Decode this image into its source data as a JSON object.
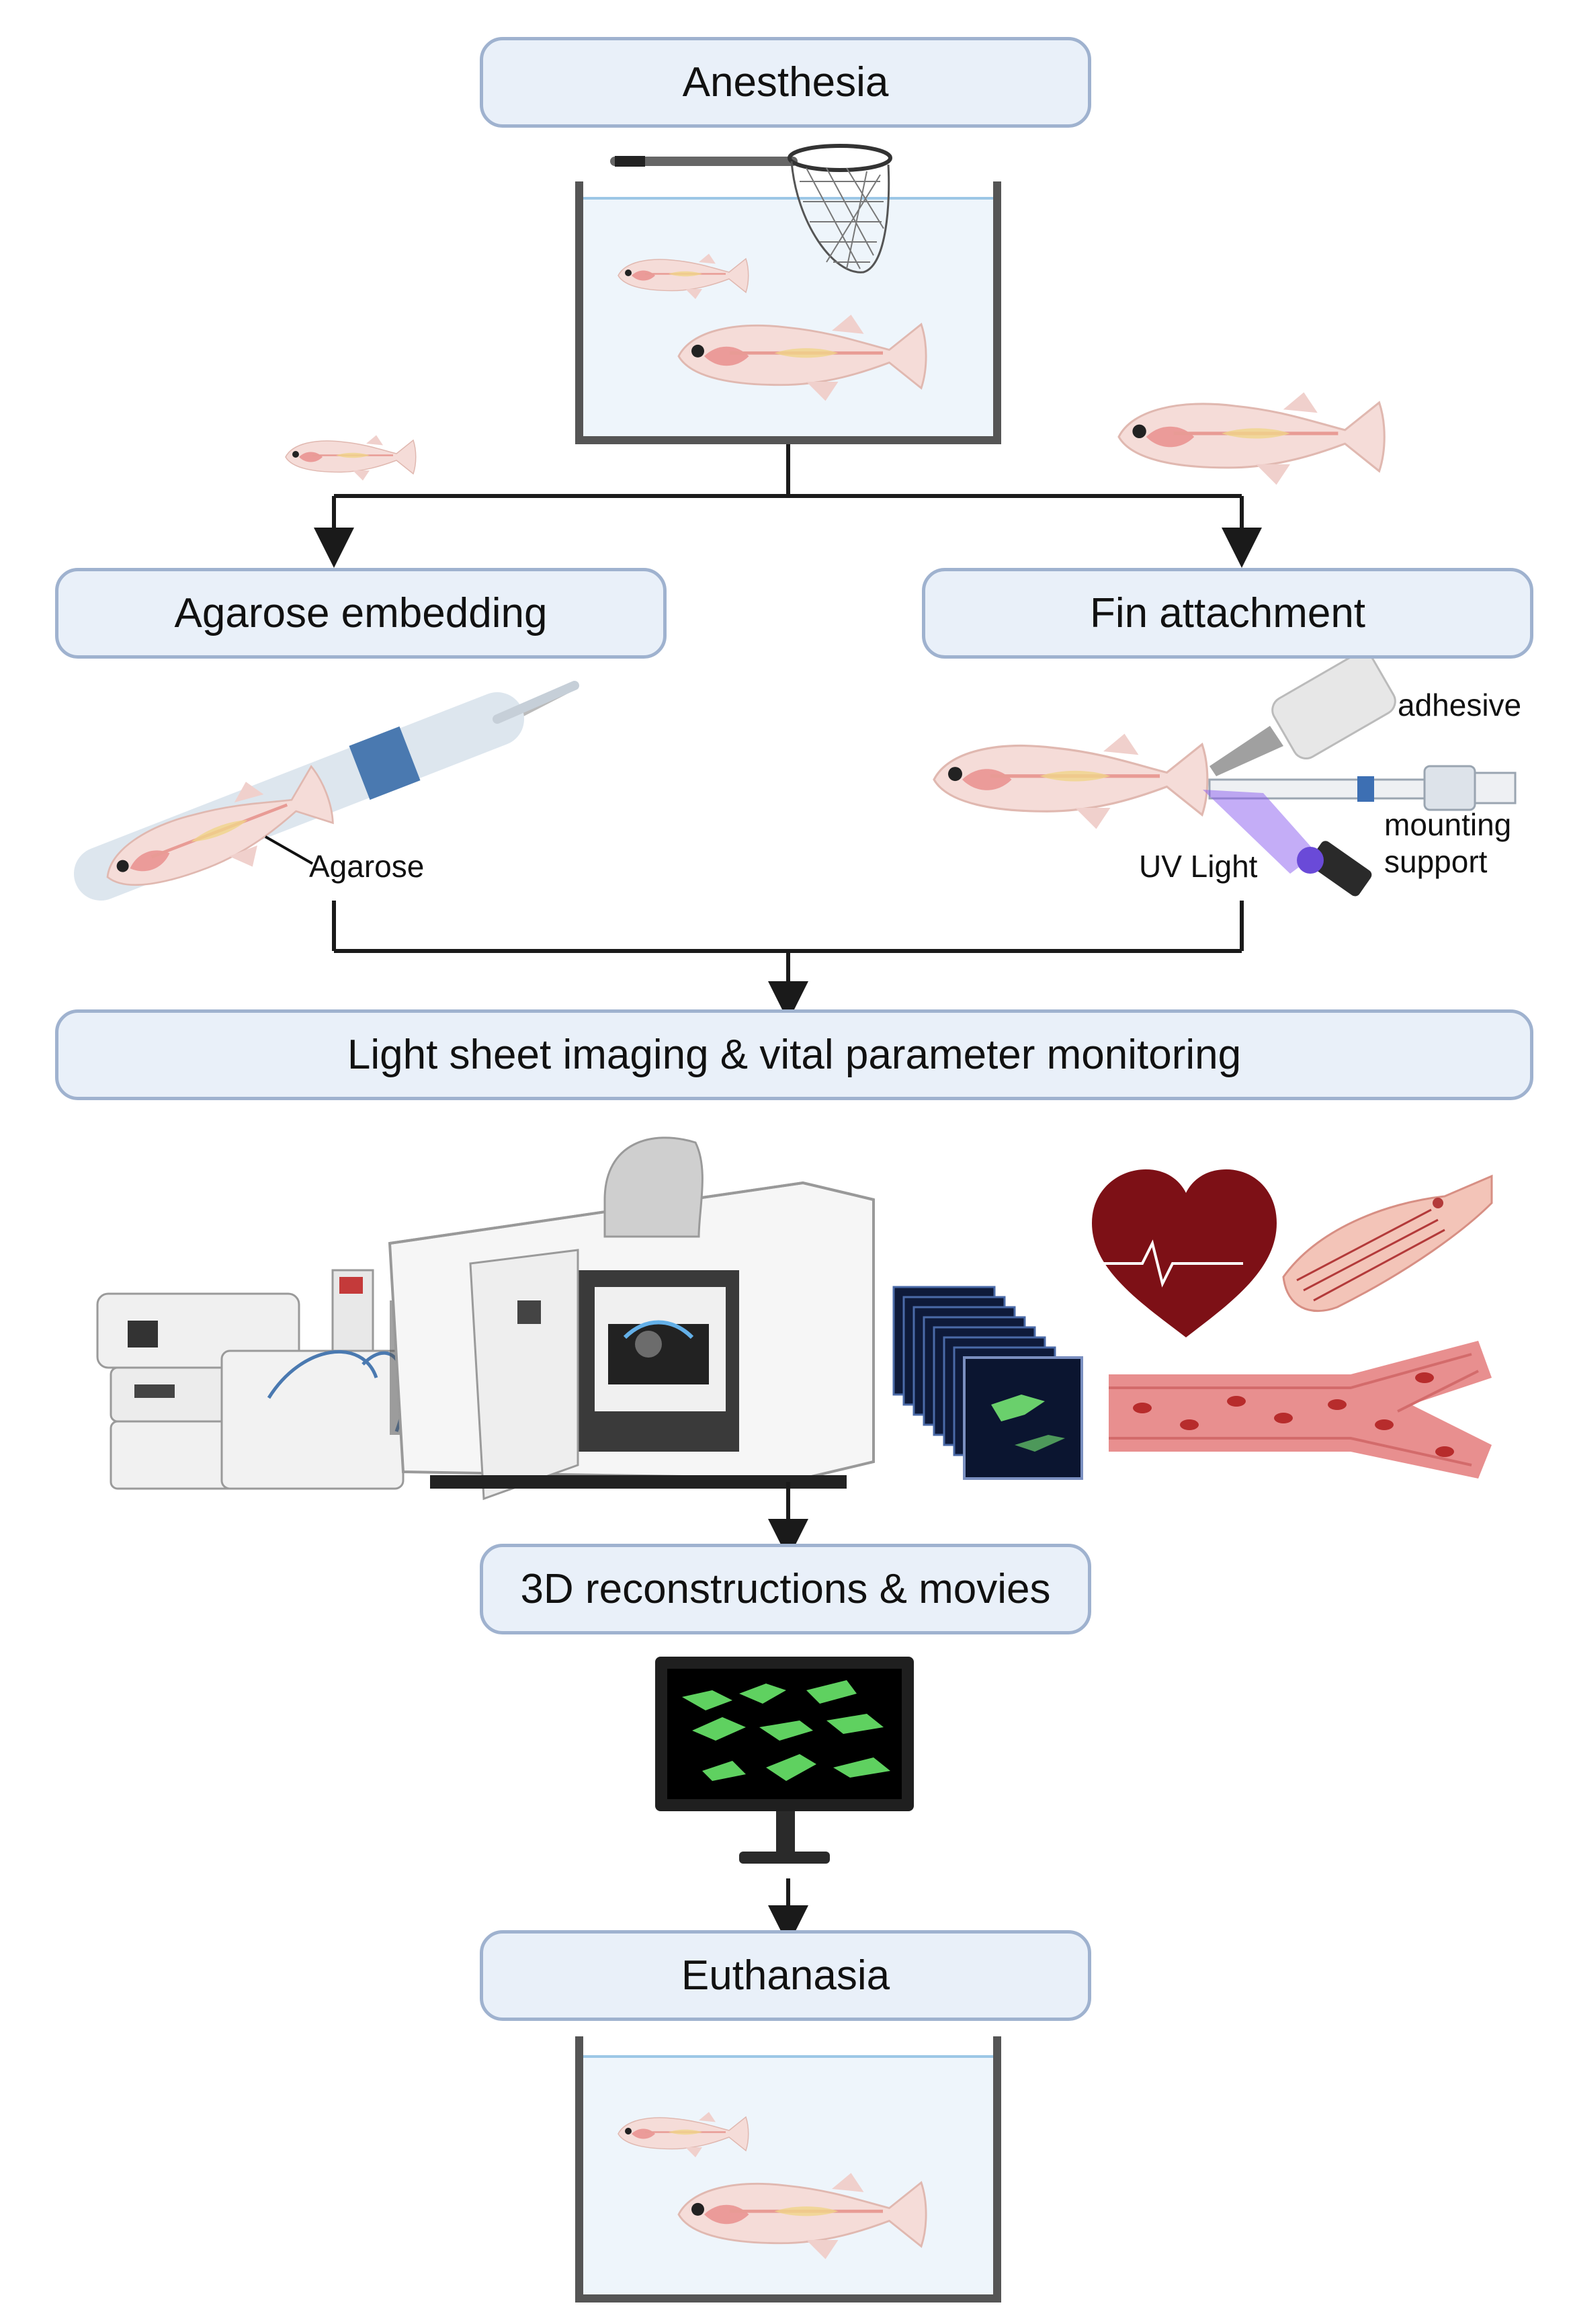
{
  "steps": {
    "anesthesia": "Anesthesia",
    "agarose_embedding": "Agarose embedding",
    "fin_attachment": "Fin attachment",
    "imaging": "Light sheet imaging & vital parameter monitoring",
    "reconstructions": "3D reconstructions & movies",
    "euthanasia": "Euthanasia"
  },
  "labels": {
    "agarose": "Agarose",
    "adhesive": "adhesive",
    "mounting_support": "mounting support",
    "mounting_support_line1": "mounting",
    "mounting_support_line2": "support",
    "uv_light": "UV Light"
  },
  "colors": {
    "box_fill": "#e9f0f9",
    "box_border": "#9fb2cf",
    "arrow": "#1a1a1a",
    "water": "#eef5fb",
    "tank_wall": "#555555",
    "fish_body": "#f5dcd8",
    "heart": "#7d1016",
    "vessel": "#e88f8f",
    "cell_green": "#5fd160",
    "uv": "#8a5cf0"
  },
  "icons": [
    "fishing-net-icon",
    "zebrafish-icon",
    "syringe-capillary-icon",
    "adhesive-bottle-icon",
    "mounting-support-icon",
    "uv-flashlight-icon",
    "light-sheet-microscope-icon",
    "image-stack-icon",
    "heart-ecg-icon",
    "fin-circulation-icon",
    "blood-vessel-icon",
    "monitor-icon",
    "fish-tank-icon"
  ]
}
